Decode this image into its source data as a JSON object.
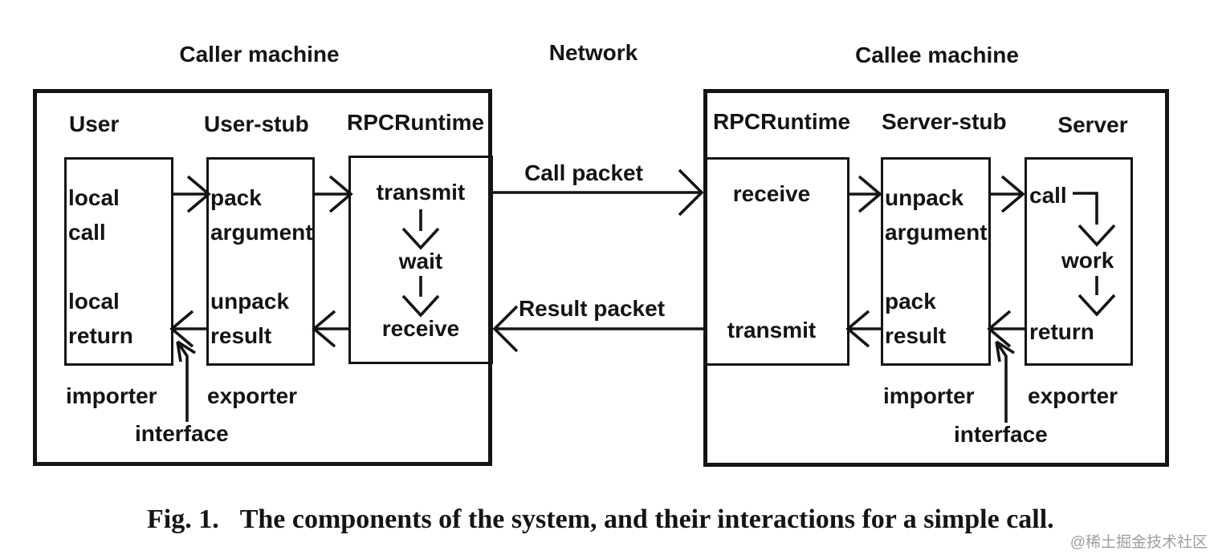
{
  "headers": {
    "caller_machine": "Caller machine",
    "network": "Network",
    "callee_machine": "Callee machine"
  },
  "caller": {
    "columns": [
      "User",
      "User-stub",
      "RPCRuntime"
    ],
    "user_box": {
      "top": "local\ncall",
      "bottom": "local\nreturn"
    },
    "stub_box": {
      "top": "pack\nargument",
      "bottom": "unpack\nresult"
    },
    "rpc_box": {
      "top": "transmit",
      "middle": "wait",
      "bottom": "receive"
    },
    "importer": "importer",
    "exporter": "exporter",
    "interface": "interface"
  },
  "network_links": {
    "call_packet": "Call packet",
    "result_packet": "Result packet"
  },
  "callee": {
    "columns": [
      "RPCRuntime",
      "Server-stub",
      "Server"
    ],
    "rpc_box": {
      "top": "receive",
      "bottom": "transmit"
    },
    "stub_box": {
      "top": "unpack\nargument",
      "bottom": "pack\nresult"
    },
    "server_box": {
      "top": "call",
      "middle": "work",
      "bottom": "return"
    },
    "importer": "importer",
    "exporter": "exporter",
    "interface": "interface"
  },
  "caption": {
    "prefix": "Fig. 1.",
    "text": "The components of the system, and their interactions for a simple call."
  },
  "watermark": "@稀土掘金技术社区",
  "colors": {
    "ink": "#141414",
    "background": "#ffffff",
    "watermark": "#9d9d9d"
  }
}
